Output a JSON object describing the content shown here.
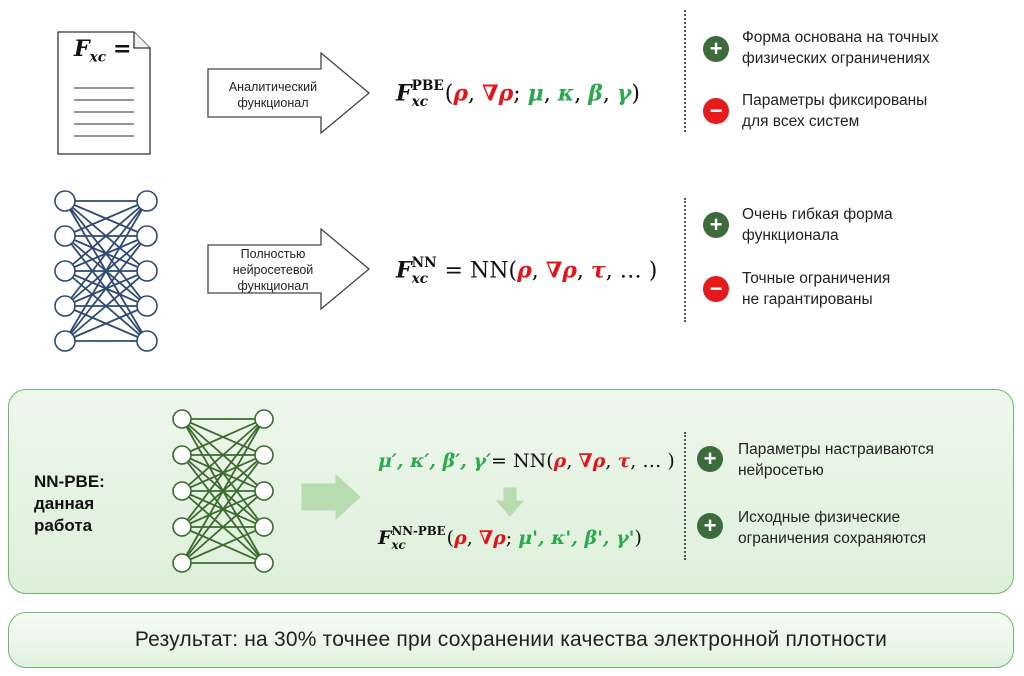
{
  "document": {
    "fxc_doc": {
      "symbol": "F",
      "subscript": "xc",
      "equals": "="
    },
    "row1": {
      "arrow_label": "Аналитический функционал",
      "formula": {
        "F": "F",
        "sup": "PBE",
        "sub": "xc",
        "open": "(",
        "rho": "ρ",
        "c1": ",",
        "grad_rho": "∇ρ",
        "semi": ";",
        "mu": "μ",
        "c2": ",",
        "kappa": "κ",
        "c3": ",",
        "beta": "β",
        "c4": ",",
        "gamma": "γ",
        "close": ")"
      },
      "pros": [
        {
          "icon": "plus-icon",
          "text1": "Форма основана на точных",
          "text2": "физических ограничениях"
        },
        {
          "icon": "minus-icon",
          "text1": "Параметры фиксированы",
          "text2": "для всех систем"
        }
      ]
    },
    "row2": {
      "arrow_label": "Полностью нейросетевой функционал",
      "formula": {
        "F": "F",
        "sup": "NN",
        "sub": "xc",
        "eq": "= NN(",
        "rho": "ρ",
        "c1": ",",
        "grad_rho": "∇ρ",
        "c2": ",",
        "tau": "τ",
        "rest": ", … )"
      },
      "pros": [
        {
          "icon": "plus-icon",
          "text1": "Очень гибкая форма",
          "text2": "функционала"
        },
        {
          "icon": "minus-icon",
          "text1": "Точные ограничения",
          "text2": "не гарантированы"
        }
      ]
    },
    "row3": {
      "label1": "NN-PBE:",
      "label2": "данная",
      "label3": "работа",
      "formula1": {
        "params": "μ′, κ′, β′, γ′",
        "eq": "= NN(",
        "rho": "ρ",
        "c1": ",",
        "grad_rho": "∇ρ",
        "c2": ",",
        "tau": "τ",
        "rest": ", … )"
      },
      "formula2": {
        "F": "F",
        "sup": "NN-PBE",
        "sub": "xc",
        "open": "(",
        "rho": "ρ",
        "c1": ",",
        "grad_rho": "∇ρ",
        "semi": ";",
        "params": "μ', κ', β', γ'",
        "close": ")"
      },
      "pros": [
        {
          "icon": "plus-icon",
          "text1": "Параметры настраиваются",
          "text2": "нейросетью"
        },
        {
          "icon": "plus-icon",
          "text1": "Исходные физические",
          "text2": "ограничения сохраняются"
        }
      ]
    },
    "result": "Результат: на 30% точнее при сохранении качества электронной плотности"
  },
  "colors": {
    "red": "#e0151c",
    "green": "#2ea84f",
    "plus_icon": "#3c6b3c",
    "minus_icon": "#e41a1c",
    "nn_blue_node": "#2f4a72",
    "nn_green_node": "#3c6b2f",
    "box_border": "#6fb86f"
  }
}
